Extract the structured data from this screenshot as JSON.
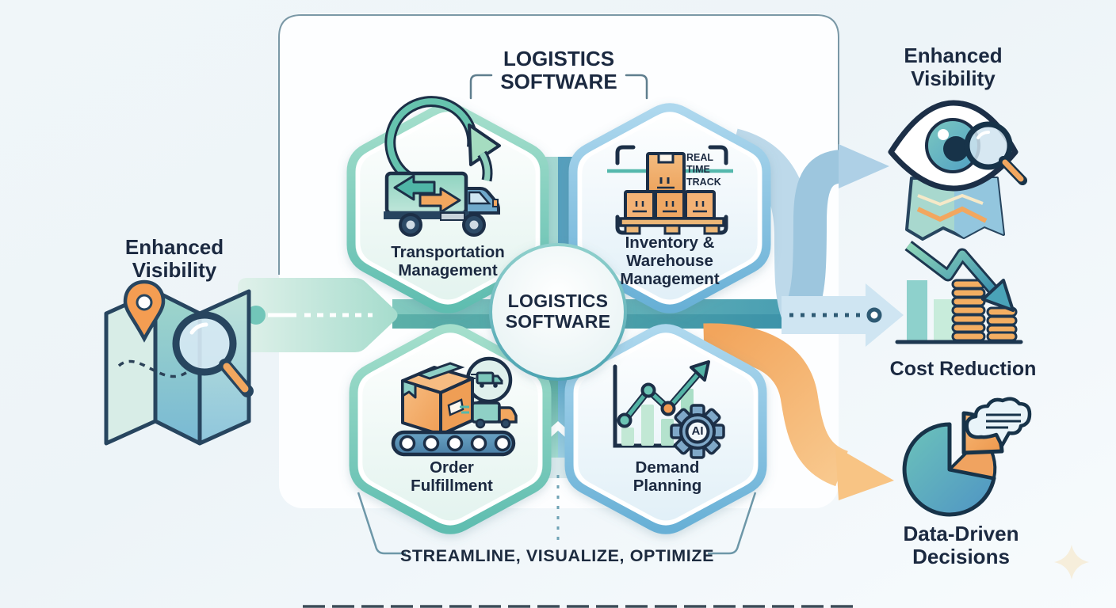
{
  "header": {
    "line1": "LOGISTICS",
    "line2": "SOFTWARE"
  },
  "center_node": {
    "line1": "LOGISTICS",
    "line2": "SOFTWARE"
  },
  "left_benefit": {
    "line1": "Enhanced",
    "line2": "Visibility"
  },
  "hexagons": [
    {
      "id": "transportation-management",
      "line1": "Transportation",
      "line2": "Management"
    },
    {
      "id": "inventory-warehouse-management",
      "line1": "Inventory &",
      "line2": "Warehouse",
      "line3": "Management",
      "badge": {
        "line1": "REAL",
        "line2": "TIME",
        "line3": "TRACK"
      }
    },
    {
      "id": "order-fulfillment",
      "line1": "Order",
      "line2": "Fulfillment"
    },
    {
      "id": "demand-planning",
      "line1": "Demand",
      "line2": "Planning",
      "ai_label": "AI"
    }
  ],
  "right_benefits": [
    {
      "id": "enhanced-visibility",
      "line1": "Enhanced",
      "line2": "Visibility"
    },
    {
      "id": "cost-reduction",
      "line1": "Cost Reduction"
    },
    {
      "id": "data-driven-decisions",
      "line1": "Data-Driven",
      "line2": "Decisions"
    }
  ],
  "footer": {
    "tagline": "STREAMLINE, VISUALIZE, OPTIMIZE"
  },
  "colors": {
    "navy": "#1b2940",
    "teal": "#5fbdb0",
    "blue": "#7db8d8",
    "orange": "#f2a75f"
  }
}
